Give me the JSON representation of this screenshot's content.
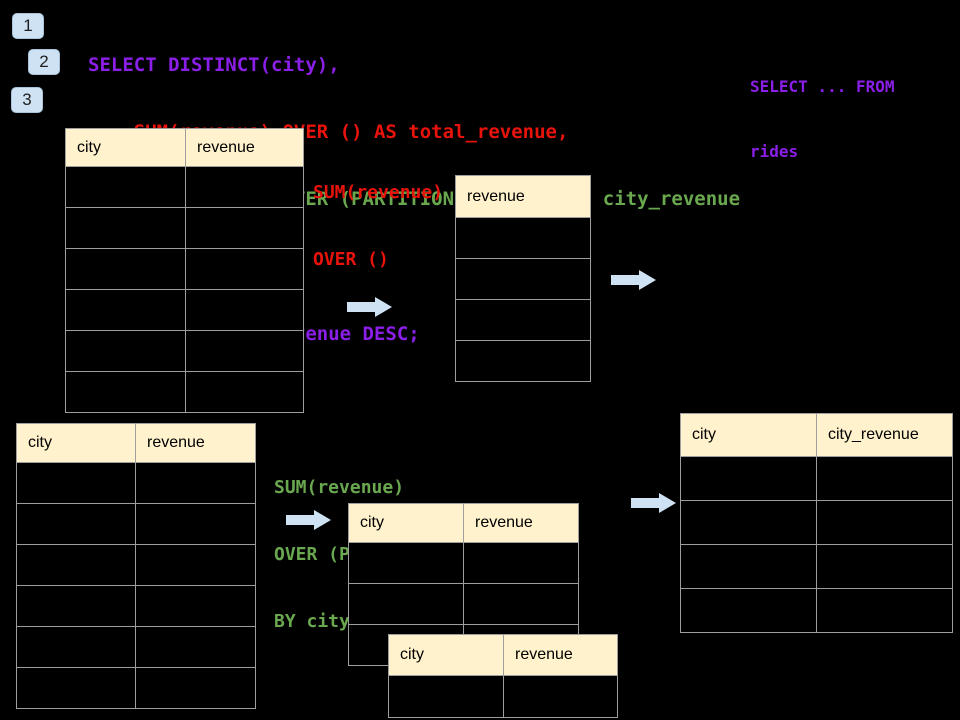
{
  "colors": {
    "background": "#000000",
    "purple": "#8b1fe8",
    "red": "#e8140c",
    "green": "#6aa84f",
    "header_fill": "#fff2cc",
    "arrow_blue": "#cfe2f3",
    "table_border": "#9e9e9e",
    "badge_fill": "#cfe2f3",
    "badge_text": "#1f1f1f"
  },
  "badges": [
    {
      "label": "1"
    },
    {
      "label": "2"
    },
    {
      "label": "3"
    }
  ],
  "code": {
    "lines": [
      {
        "text": "SELECT DISTINCT(city),",
        "color": "purple"
      },
      {
        "text": "    SUM(revenue) OVER () AS total_revenue,",
        "color": "red"
      },
      {
        "text": "    SUM(revenue) OVER (PARTITION BY city) as city_revenue",
        "color": "green"
      },
      {
        "text": "  FROM rides",
        "color": "purple"
      },
      {
        "text": "  ORDER by city_revenue DESC;",
        "color": "purple"
      }
    ]
  },
  "side_note": {
    "lines": [
      "SELECT ... FROM",
      "rides"
    ]
  },
  "annotations": {
    "total_label": {
      "color": "red",
      "lines": [
        "SUM(revenue)",
        "OVER ()"
      ]
    },
    "partition_label": {
      "color": "green",
      "lines": [
        "SUM(revenue)",
        "OVER (PARTITION",
        "BY city)"
      ]
    }
  },
  "tables": {
    "source_top": {
      "headers": [
        "city",
        "revenue"
      ],
      "body_rows": 6
    },
    "total_revenue": {
      "headers": [
        "revenue"
      ],
      "body_rows": 4
    },
    "source_bottom": {
      "headers": [
        "city",
        "revenue"
      ],
      "body_rows": 6
    },
    "partition_front": {
      "headers": [
        "city",
        "revenue"
      ],
      "body_rows": 3
    },
    "partition_back": {
      "headers": [
        "city",
        "revenue"
      ],
      "body_rows": 1
    },
    "result": {
      "headers": [
        "city",
        "city_revenue"
      ],
      "body_rows": 4
    }
  }
}
